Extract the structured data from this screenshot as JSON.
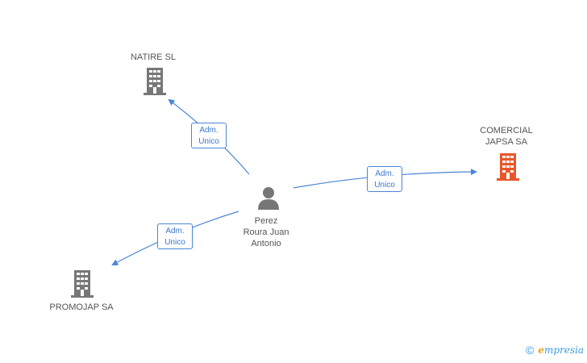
{
  "nodes": {
    "natire": {
      "label": "NATIRE SL",
      "color": "#777777",
      "type": "company"
    },
    "comercial": {
      "label": "COMERCIAL\nJAPSA SA",
      "color": "#e8572a",
      "type": "company"
    },
    "promojap": {
      "label": "PROMOJAP SA",
      "color": "#777777",
      "type": "company"
    },
    "person": {
      "label": "Perez\nRoura Juan\nAntonio",
      "color": "#777777",
      "type": "person"
    }
  },
  "edges": [
    {
      "id": "to-natire",
      "line1": "Adm.",
      "line2": "Unico"
    },
    {
      "id": "to-comercial",
      "line1": "Adm.",
      "line2": "Unico"
    },
    {
      "id": "to-promojap",
      "line1": "Adm.",
      "line2": "Unico"
    }
  ],
  "colors": {
    "edge": "#4a86d6",
    "company_default": "#777777",
    "company_highlight": "#e8572a"
  },
  "footer": {
    "copyright_symbol": "©",
    "brand_initial": "e",
    "brand_rest": "mpresia"
  }
}
